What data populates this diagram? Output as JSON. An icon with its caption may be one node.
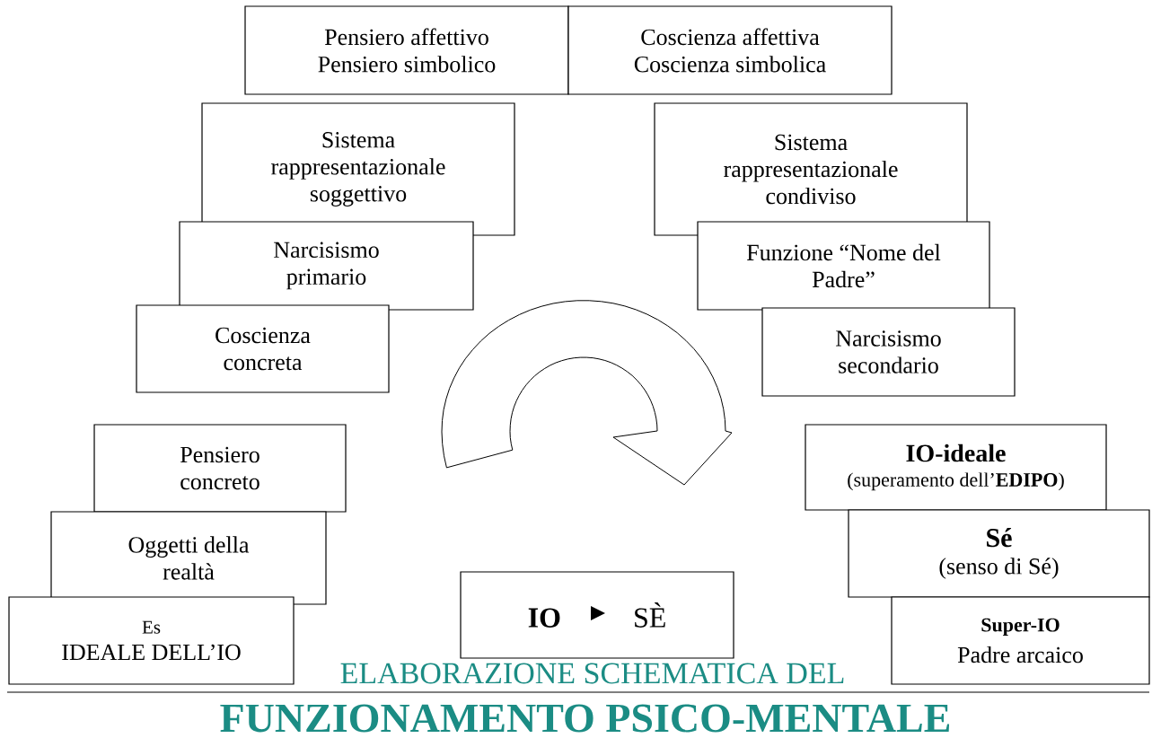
{
  "diagram": {
    "title": "ELABORAZIONE SCHEMATICA DEL",
    "nodes": [
      {
        "text": [
          "Pensiero affettivo",
          "Pensiero simbolico"
        ]
      },
      {
        "text": [
          "Coscienza affettiva",
          "Coscienza simbolica"
        ]
      },
      {
        "text": [
          "Sistema rappresentazionale soggettivo"
        ]
      },
      {
        "text": [
          "Narcisismo primario"
        ]
      },
      {
        "text": [
          "Coscienza concreta"
        ]
      },
      {
        "text": [
          "Sistema rappresentazionale condiviso"
        ]
      },
      {
        "text": [
          "Funzione “Nome del Padre”"
        ]
      },
      {
        "text": [
          "Narcisismo secondario"
        ]
      },
      {
        "text": [
          "Pensiero concreto"
        ]
      },
      {
        "text": [
          "Oggetti della realtà"
        ]
      },
      {
        "text": [
          "Es",
          "IDEALE DELL’IO"
        ]
      },
      {
        "text": [
          "IO",
          "SÈ"
        ]
      },
      {
        "text": [
          "IO-ideale",
          "(superamento dell’**EDIPO**)"
        ]
      },
      {
        "text": [
          "Sé",
          "(senso di Sé)"
        ]
      },
      {
        "text": [
          "Super-IO",
          "Padre arcaico"
        ]
      }
    ],
    "labels": [
      "FUNZIONAMENTO PSICO-MENTALE"
    ]
  }
}
